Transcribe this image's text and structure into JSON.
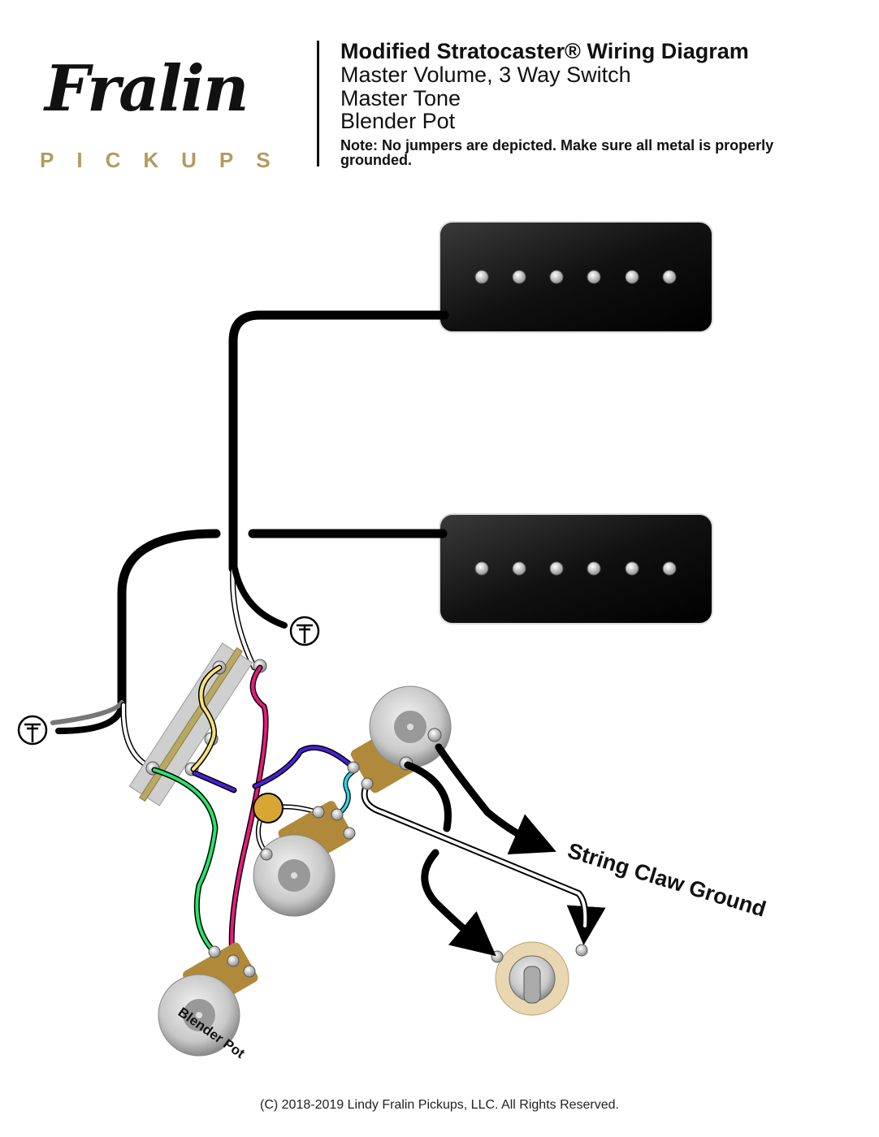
{
  "logo": {
    "script": "Fralin",
    "sub": "PICKUPS"
  },
  "header": {
    "title": "Modified Stratocaster® Wiring Diagram",
    "lines": [
      "Master Volume, 3 Way Switch",
      "Master Tone",
      "Blender Pot"
    ],
    "note": "Note: No jumpers are depicted.  Make sure all metal is properly grounded."
  },
  "labels": {
    "string_claw": "String Claw Ground",
    "blender": "Blender Pot"
  },
  "colors": {
    "gold": "#b49a5e",
    "yellow": "#f6e27a",
    "pink": "#e8197f",
    "green": "#27e36b",
    "purple": "#4b1fd6",
    "cyan": "#2ad3ea",
    "cap": "#d8a733",
    "lug": "#b08a3a"
  },
  "footer": "(C) 2018-2019 Lindy Fralin Pickups, LLC. All Rights Reserved."
}
